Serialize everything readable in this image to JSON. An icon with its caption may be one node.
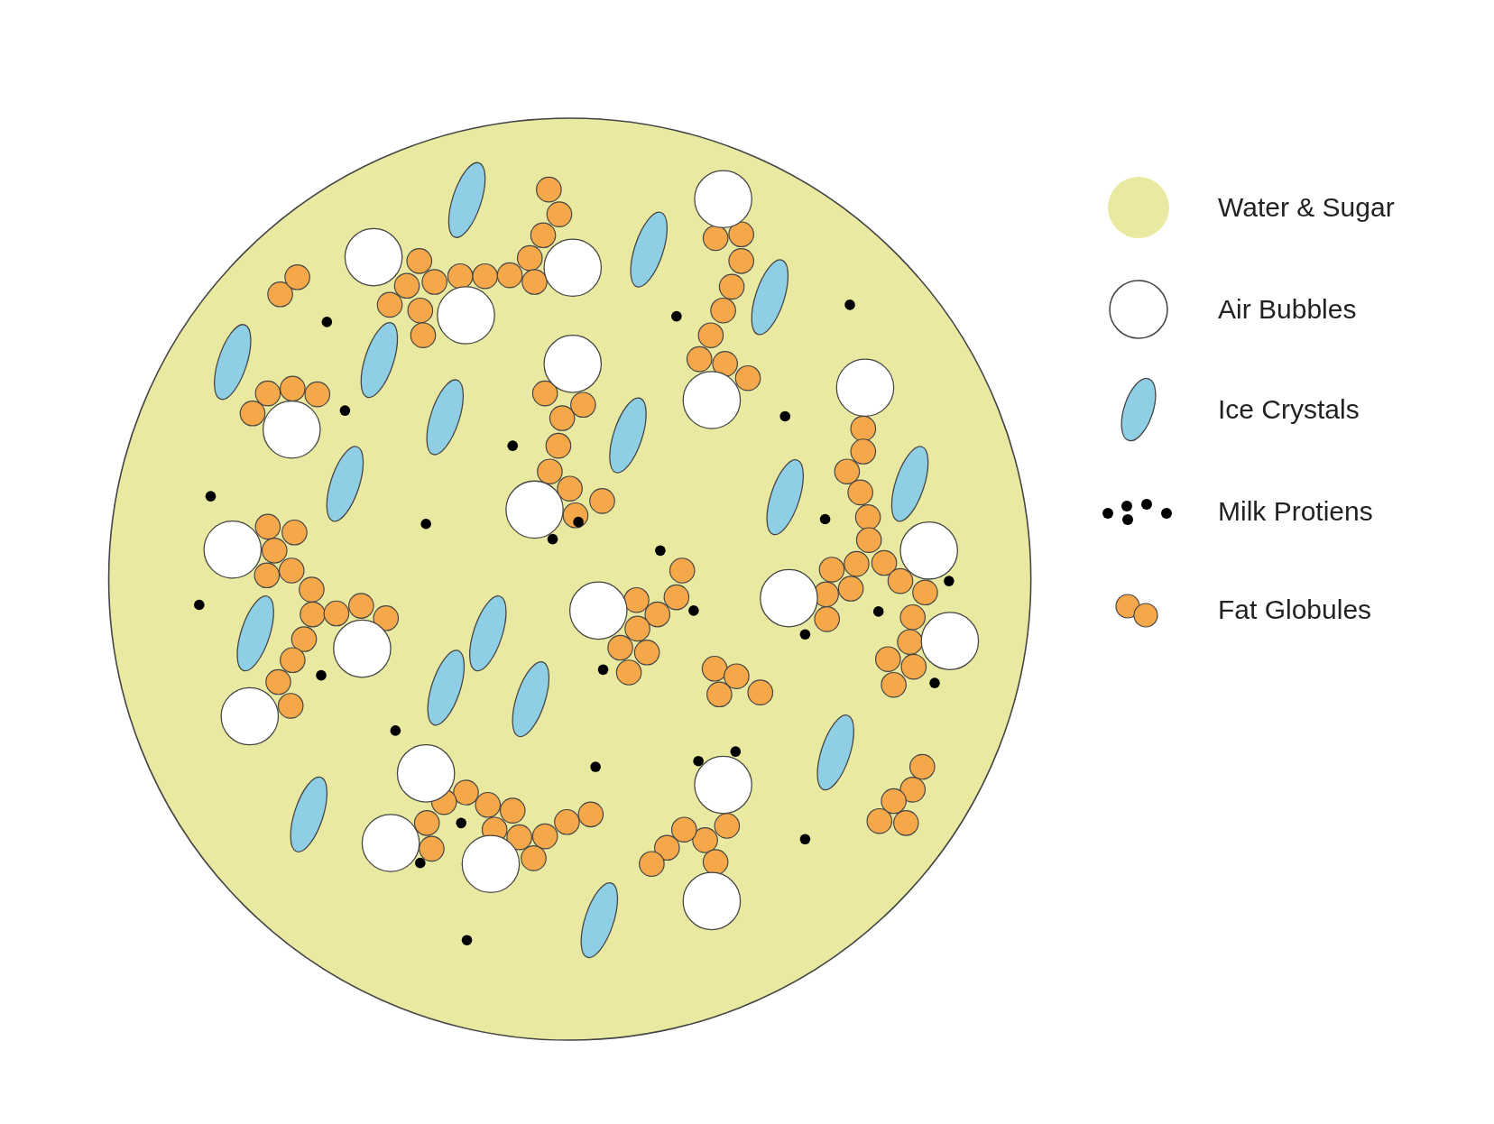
{
  "diagram": {
    "legend": [
      {
        "text": "Water & Sugar",
        "color": "#e9e9a2"
      },
      {
        "text": "Air Bubbles"
      },
      {
        "text": "Ice Crystals"
      },
      {
        "text": "Milk Protiens"
      },
      {
        "text": "Fat Globules"
      }
    ]
  }
}
